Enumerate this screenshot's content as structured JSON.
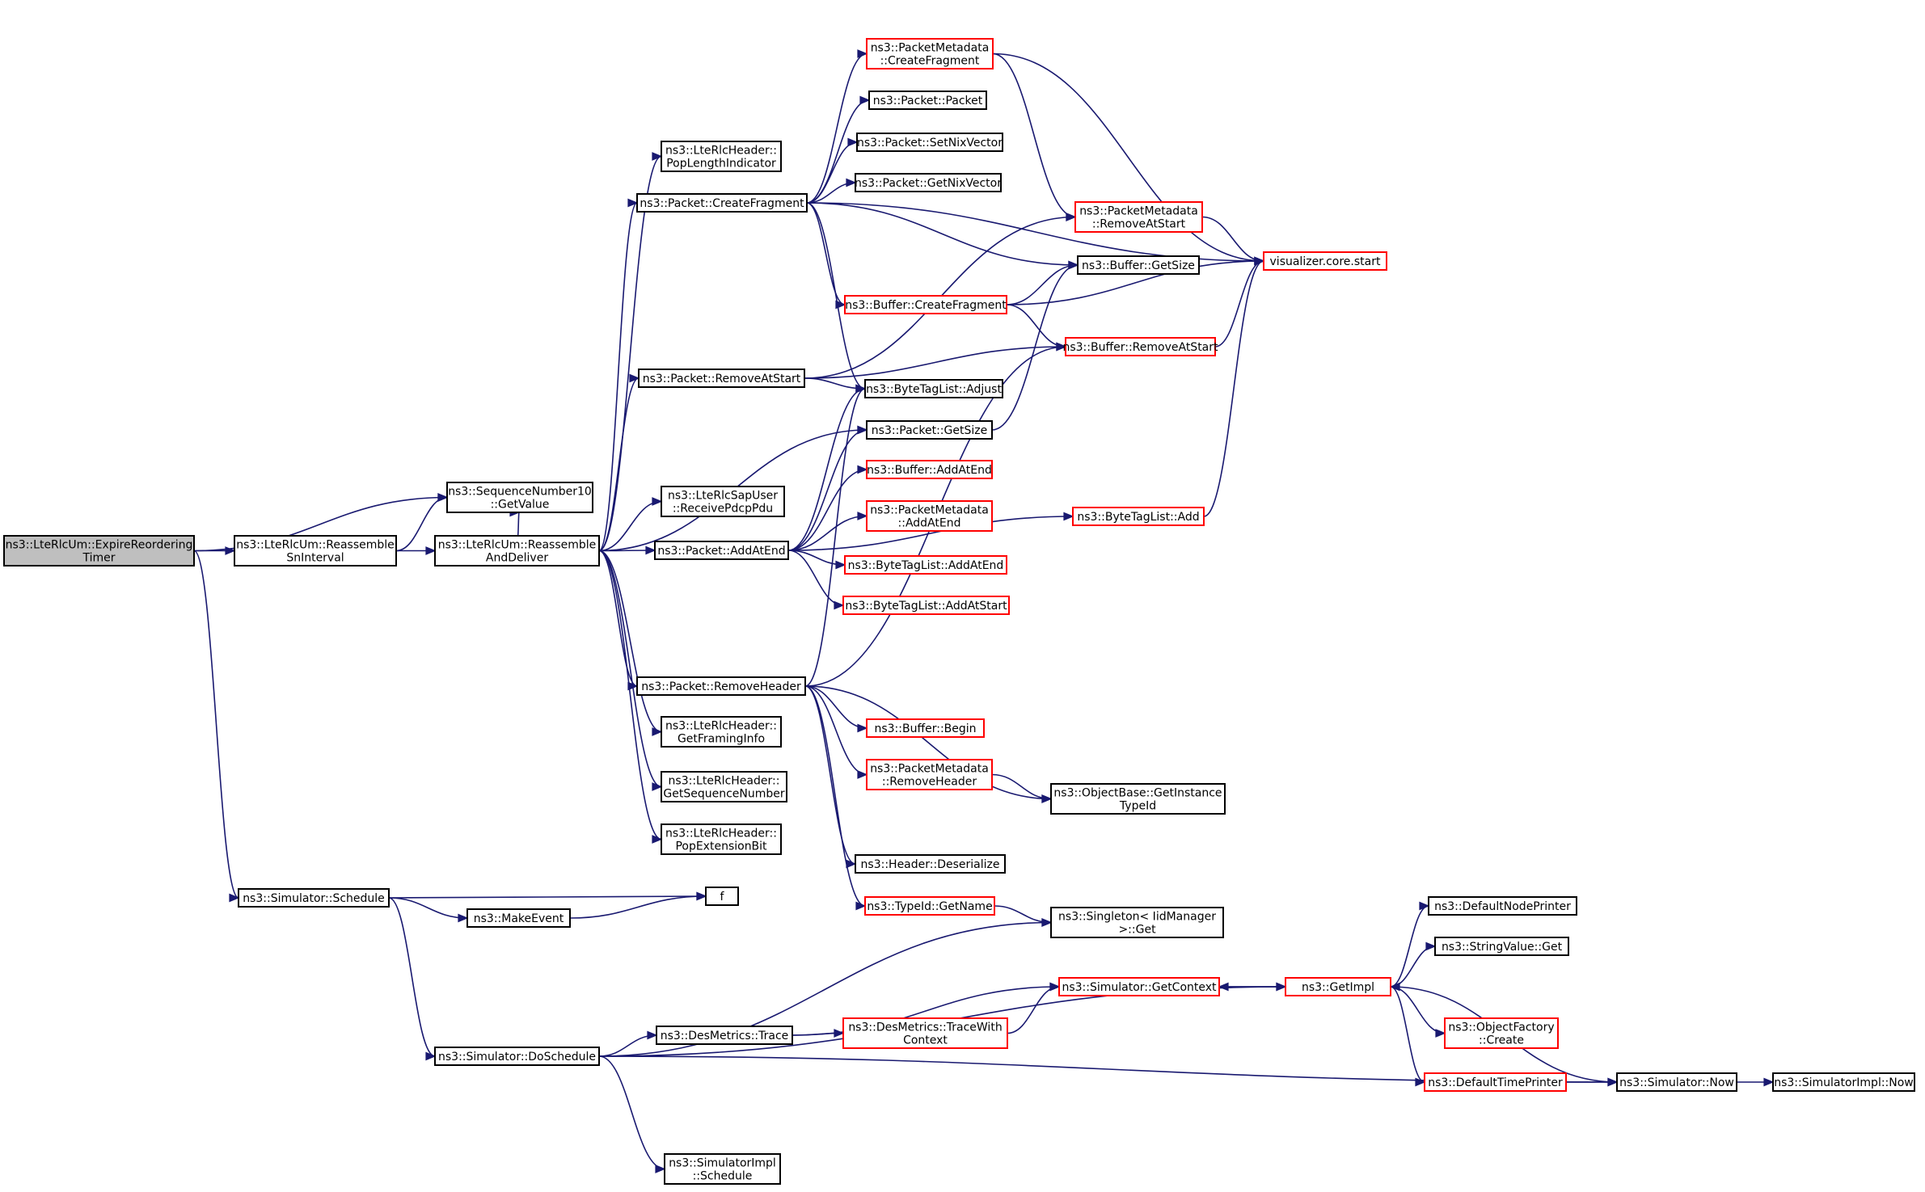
{
  "colors": {
    "edge": "#191970",
    "node_border_normal": "#000000",
    "node_border_truncated": "#ff0000",
    "node_fill_root": "#bfbfbf",
    "node_fill": "#ffffff"
  },
  "nodes": [
    {
      "id": "root",
      "lines": [
        "ns3::LteRlcUm::ExpireReordering",
        "Timer"
      ],
      "style": "root"
    },
    {
      "id": "sn10get",
      "lines": [
        "ns3::SequenceNumber10",
        "::GetValue"
      ],
      "style": "normal"
    },
    {
      "id": "reasmsn",
      "lines": [
        "ns3::LteRlcUm::Reassemble",
        "SnInterval"
      ],
      "style": "normal"
    },
    {
      "id": "reasmdel",
      "lines": [
        "ns3::LteRlcUm::Reassemble",
        "AndDeliver"
      ],
      "style": "normal"
    },
    {
      "id": "schedule",
      "lines": [
        "ns3::Simulator::Schedule"
      ],
      "style": "normal"
    },
    {
      "id": "poplen",
      "lines": [
        "ns3::LteRlcHeader::",
        "PopLengthIndicator"
      ],
      "style": "normal"
    },
    {
      "id": "createfrag",
      "lines": [
        "ns3::Packet::CreateFragment"
      ],
      "style": "normal"
    },
    {
      "id": "rmstart",
      "lines": [
        "ns3::Packet::RemoveAtStart"
      ],
      "style": "normal"
    },
    {
      "id": "recvpdcp",
      "lines": [
        "ns3::LteRlcSapUser",
        "::ReceivePdcpPdu"
      ],
      "style": "normal"
    },
    {
      "id": "addatend",
      "lines": [
        "ns3::Packet::AddAtEnd"
      ],
      "style": "normal"
    },
    {
      "id": "rmheader",
      "lines": [
        "ns3::Packet::RemoveHeader"
      ],
      "style": "normal"
    },
    {
      "id": "getframing",
      "lines": [
        "ns3::LteRlcHeader::",
        "GetFramingInfo"
      ],
      "style": "normal"
    },
    {
      "id": "getseq",
      "lines": [
        "ns3::LteRlcHeader::",
        "GetSequenceNumber"
      ],
      "style": "normal"
    },
    {
      "id": "popext",
      "lines": [
        "ns3::LteRlcHeader::",
        "PopExtensionBit"
      ],
      "style": "normal"
    },
    {
      "id": "pm_createfrag",
      "lines": [
        "ns3::PacketMetadata",
        "::CreateFragment"
      ],
      "style": "truncated"
    },
    {
      "id": "pkt_ctor",
      "lines": [
        "ns3::Packet::Packet"
      ],
      "style": "normal"
    },
    {
      "id": "setnix",
      "lines": [
        "ns3::Packet::SetNixVector"
      ],
      "style": "normal"
    },
    {
      "id": "getnix",
      "lines": [
        "ns3::Packet::GetNixVector"
      ],
      "style": "normal"
    },
    {
      "id": "pm_rmstart",
      "lines": [
        "ns3::PacketMetadata",
        "::RemoveAtStart"
      ],
      "style": "truncated"
    },
    {
      "id": "buf_getsize",
      "lines": [
        "ns3::Buffer::GetSize"
      ],
      "style": "normal"
    },
    {
      "id": "buf_createfrag",
      "lines": [
        "ns3::Buffer::CreateFragment"
      ],
      "style": "truncated"
    },
    {
      "id": "buf_rmstart",
      "lines": [
        "ns3::Buffer::RemoveAtStart"
      ],
      "style": "truncated"
    },
    {
      "id": "btl_adjust",
      "lines": [
        "ns3::ByteTagList::Adjust"
      ],
      "style": "normal"
    },
    {
      "id": "pkt_getsize",
      "lines": [
        "ns3::Packet::GetSize"
      ],
      "style": "normal"
    },
    {
      "id": "buf_addatend",
      "lines": [
        "ns3::Buffer::AddAtEnd"
      ],
      "style": "truncated"
    },
    {
      "id": "pm_addatend",
      "lines": [
        "ns3::PacketMetadata",
        "::AddAtEnd"
      ],
      "style": "truncated"
    },
    {
      "id": "btl_addatend",
      "lines": [
        "ns3::ByteTagList::AddAtEnd"
      ],
      "style": "truncated"
    },
    {
      "id": "btl_addatstart",
      "lines": [
        "ns3::ByteTagList::AddAtStart"
      ],
      "style": "truncated"
    },
    {
      "id": "btl_add",
      "lines": [
        "ns3::ByteTagList::Add"
      ],
      "style": "truncated"
    },
    {
      "id": "viz_start",
      "lines": [
        "visualizer.core.start"
      ],
      "style": "truncated"
    },
    {
      "id": "buf_begin",
      "lines": [
        "ns3::Buffer::Begin"
      ],
      "style": "truncated"
    },
    {
      "id": "pm_rmheader",
      "lines": [
        "ns3::PacketMetadata",
        "::RemoveHeader"
      ],
      "style": "truncated"
    },
    {
      "id": "getinst",
      "lines": [
        "ns3::ObjectBase::GetInstance",
        "TypeId"
      ],
      "style": "normal"
    },
    {
      "id": "hdr_deser",
      "lines": [
        "ns3::Header::Deserialize"
      ],
      "style": "normal"
    },
    {
      "id": "typeid_getname",
      "lines": [
        "ns3::TypeId::GetName"
      ],
      "style": "truncated"
    },
    {
      "id": "singleton",
      "lines": [
        "ns3::Singleton< IidManager",
        "  >::Get"
      ],
      "style": "normal"
    },
    {
      "id": "f",
      "lines": [
        "f"
      ],
      "style": "normal"
    },
    {
      "id": "makeevent",
      "lines": [
        "ns3::MakeEvent"
      ],
      "style": "normal"
    },
    {
      "id": "doschedule",
      "lines": [
        "ns3::Simulator::DoSchedule"
      ],
      "style": "normal"
    },
    {
      "id": "desm_trace",
      "lines": [
        "ns3::DesMetrics::Trace"
      ],
      "style": "normal"
    },
    {
      "id": "desm_tracectx",
      "lines": [
        "ns3::DesMetrics::TraceWith",
        "Context"
      ],
      "style": "truncated"
    },
    {
      "id": "sim_getctx",
      "lines": [
        "ns3::Simulator::GetContext"
      ],
      "style": "truncated"
    },
    {
      "id": "getimpl",
      "lines": [
        "ns3::GetImpl"
      ],
      "style": "truncated"
    },
    {
      "id": "defnodeprinter",
      "lines": [
        "ns3::DefaultNodePrinter"
      ],
      "style": "normal"
    },
    {
      "id": "strval_get",
      "lines": [
        "ns3::StringValue::Get"
      ],
      "style": "normal"
    },
    {
      "id": "objfactory",
      "lines": [
        "ns3::ObjectFactory",
        "::Create"
      ],
      "style": "truncated"
    },
    {
      "id": "deftimeprinter",
      "lines": [
        "ns3::DefaultTimePrinter"
      ],
      "style": "truncated"
    },
    {
      "id": "sim_now",
      "lines": [
        "ns3::Simulator::Now"
      ],
      "style": "normal"
    },
    {
      "id": "simimpl_now",
      "lines": [
        "ns3::SimulatorImpl::Now"
      ],
      "style": "normal"
    },
    {
      "id": "simimpl_sched",
      "lines": [
        "ns3::SimulatorImpl",
        "::Schedule"
      ],
      "style": "normal"
    }
  ],
  "edges": [
    [
      "root",
      "sn10get"
    ],
    [
      "root",
      "reasmsn"
    ],
    [
      "root",
      "schedule"
    ],
    [
      "reasmsn",
      "sn10get"
    ],
    [
      "reasmsn",
      "reasmdel"
    ],
    [
      "reasmdel",
      "sn10get"
    ],
    [
      "reasmdel",
      "poplen"
    ],
    [
      "reasmdel",
      "createfrag"
    ],
    [
      "reasmdel",
      "rmstart"
    ],
    [
      "reasmdel",
      "pkt_getsize"
    ],
    [
      "reasmdel",
      "recvpdcp"
    ],
    [
      "reasmdel",
      "addatend"
    ],
    [
      "reasmdel",
      "rmheader"
    ],
    [
      "reasmdel",
      "getframing"
    ],
    [
      "reasmdel",
      "getseq"
    ],
    [
      "reasmdel",
      "popext"
    ],
    [
      "createfrag",
      "pm_createfrag"
    ],
    [
      "createfrag",
      "pkt_ctor"
    ],
    [
      "createfrag",
      "setnix"
    ],
    [
      "createfrag",
      "getnix"
    ],
    [
      "createfrag",
      "viz_start"
    ],
    [
      "createfrag",
      "buf_getsize"
    ],
    [
      "createfrag",
      "buf_createfrag"
    ],
    [
      "createfrag",
      "btl_adjust"
    ],
    [
      "pm_createfrag",
      "pm_rmstart"
    ],
    [
      "pm_createfrag",
      "viz_start"
    ],
    [
      "pm_rmstart",
      "viz_start"
    ],
    [
      "buf_createfrag",
      "buf_getsize"
    ],
    [
      "buf_createfrag",
      "viz_start"
    ],
    [
      "buf_createfrag",
      "buf_rmstart"
    ],
    [
      "buf_rmstart",
      "viz_start"
    ],
    [
      "rmstart",
      "pm_rmstart"
    ],
    [
      "rmstart",
      "buf_rmstart"
    ],
    [
      "rmstart",
      "btl_adjust"
    ],
    [
      "pkt_getsize",
      "buf_getsize"
    ],
    [
      "addatend",
      "btl_adjust"
    ],
    [
      "addatend",
      "pkt_getsize"
    ],
    [
      "addatend",
      "buf_addatend"
    ],
    [
      "addatend",
      "pm_addatend"
    ],
    [
      "addatend",
      "btl_addatend"
    ],
    [
      "addatend",
      "btl_addatstart"
    ],
    [
      "addatend",
      "btl_add"
    ],
    [
      "btl_add",
      "viz_start"
    ],
    [
      "rmheader",
      "btl_adjust"
    ],
    [
      "rmheader",
      "buf_rmstart"
    ],
    [
      "rmheader",
      "buf_begin"
    ],
    [
      "rmheader",
      "pm_rmheader"
    ],
    [
      "rmheader",
      "getinst"
    ],
    [
      "rmheader",
      "hdr_deser"
    ],
    [
      "rmheader",
      "typeid_getname"
    ],
    [
      "pm_rmheader",
      "getinst"
    ],
    [
      "typeid_getname",
      "singleton"
    ],
    [
      "schedule",
      "f"
    ],
    [
      "schedule",
      "makeevent"
    ],
    [
      "schedule",
      "doschedule"
    ],
    [
      "makeevent",
      "f"
    ],
    [
      "doschedule",
      "singleton"
    ],
    [
      "doschedule",
      "desm_trace"
    ],
    [
      "doschedule",
      "getimpl"
    ],
    [
      "doschedule",
      "sim_now"
    ],
    [
      "doschedule",
      "simimpl_sched"
    ],
    [
      "desm_trace",
      "sim_getctx"
    ],
    [
      "desm_trace",
      "desm_tracectx"
    ],
    [
      "desm_tracectx",
      "sim_getctx"
    ],
    [
      "sim_getctx",
      "getimpl"
    ],
    [
      "getimpl",
      "sim_getctx"
    ],
    [
      "getimpl",
      "defnodeprinter"
    ],
    [
      "getimpl",
      "strval_get"
    ],
    [
      "getimpl",
      "objfactory"
    ],
    [
      "getimpl",
      "deftimeprinter"
    ],
    [
      "deftimeprinter",
      "sim_now"
    ],
    [
      "sim_now",
      "getimpl"
    ],
    [
      "sim_now",
      "simimpl_now"
    ]
  ]
}
